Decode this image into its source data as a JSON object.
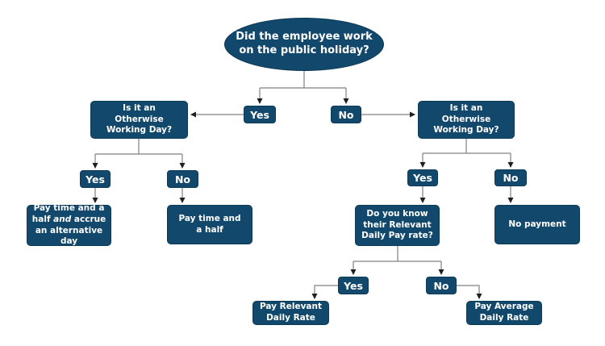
{
  "palette": {
    "background": "#ffffff",
    "node_fill": "#12486b",
    "node_border": "#0d3a57",
    "node_text": "#ffffff",
    "connector_line": "#7d8186",
    "arrowhead": "#1f1f1f"
  },
  "flowchart": {
    "root_question": "Did the employee work\non the public holiday?",
    "nodes": {
      "yes_top": "Yes",
      "no_top": "No",
      "owd_left": "Is it an\nOtherwise\nWorking Day?",
      "owd_right": "Is it an\nOtherwise\nWorking Day?",
      "yes_left": "Yes",
      "no_left": "No",
      "pay_accrue_line1": "Pay time and a",
      "pay_accrue_line2a": "half ",
      "pay_accrue_line2b": "and",
      "pay_accrue_line2c": " accrue",
      "pay_accrue_line3": "an alternative day",
      "pay_half": "Pay time and\na half",
      "yes_right": "Yes",
      "no_right": "No",
      "rdp_question": "Do you know\ntheir Relevant\nDaily Pay rate?",
      "no_payment": "No payment",
      "yes_bottom": "Yes",
      "no_bottom": "No",
      "pay_relevant": "Pay Relevant\nDaily Rate",
      "pay_average": "Pay Average\nDaily Rate"
    }
  }
}
